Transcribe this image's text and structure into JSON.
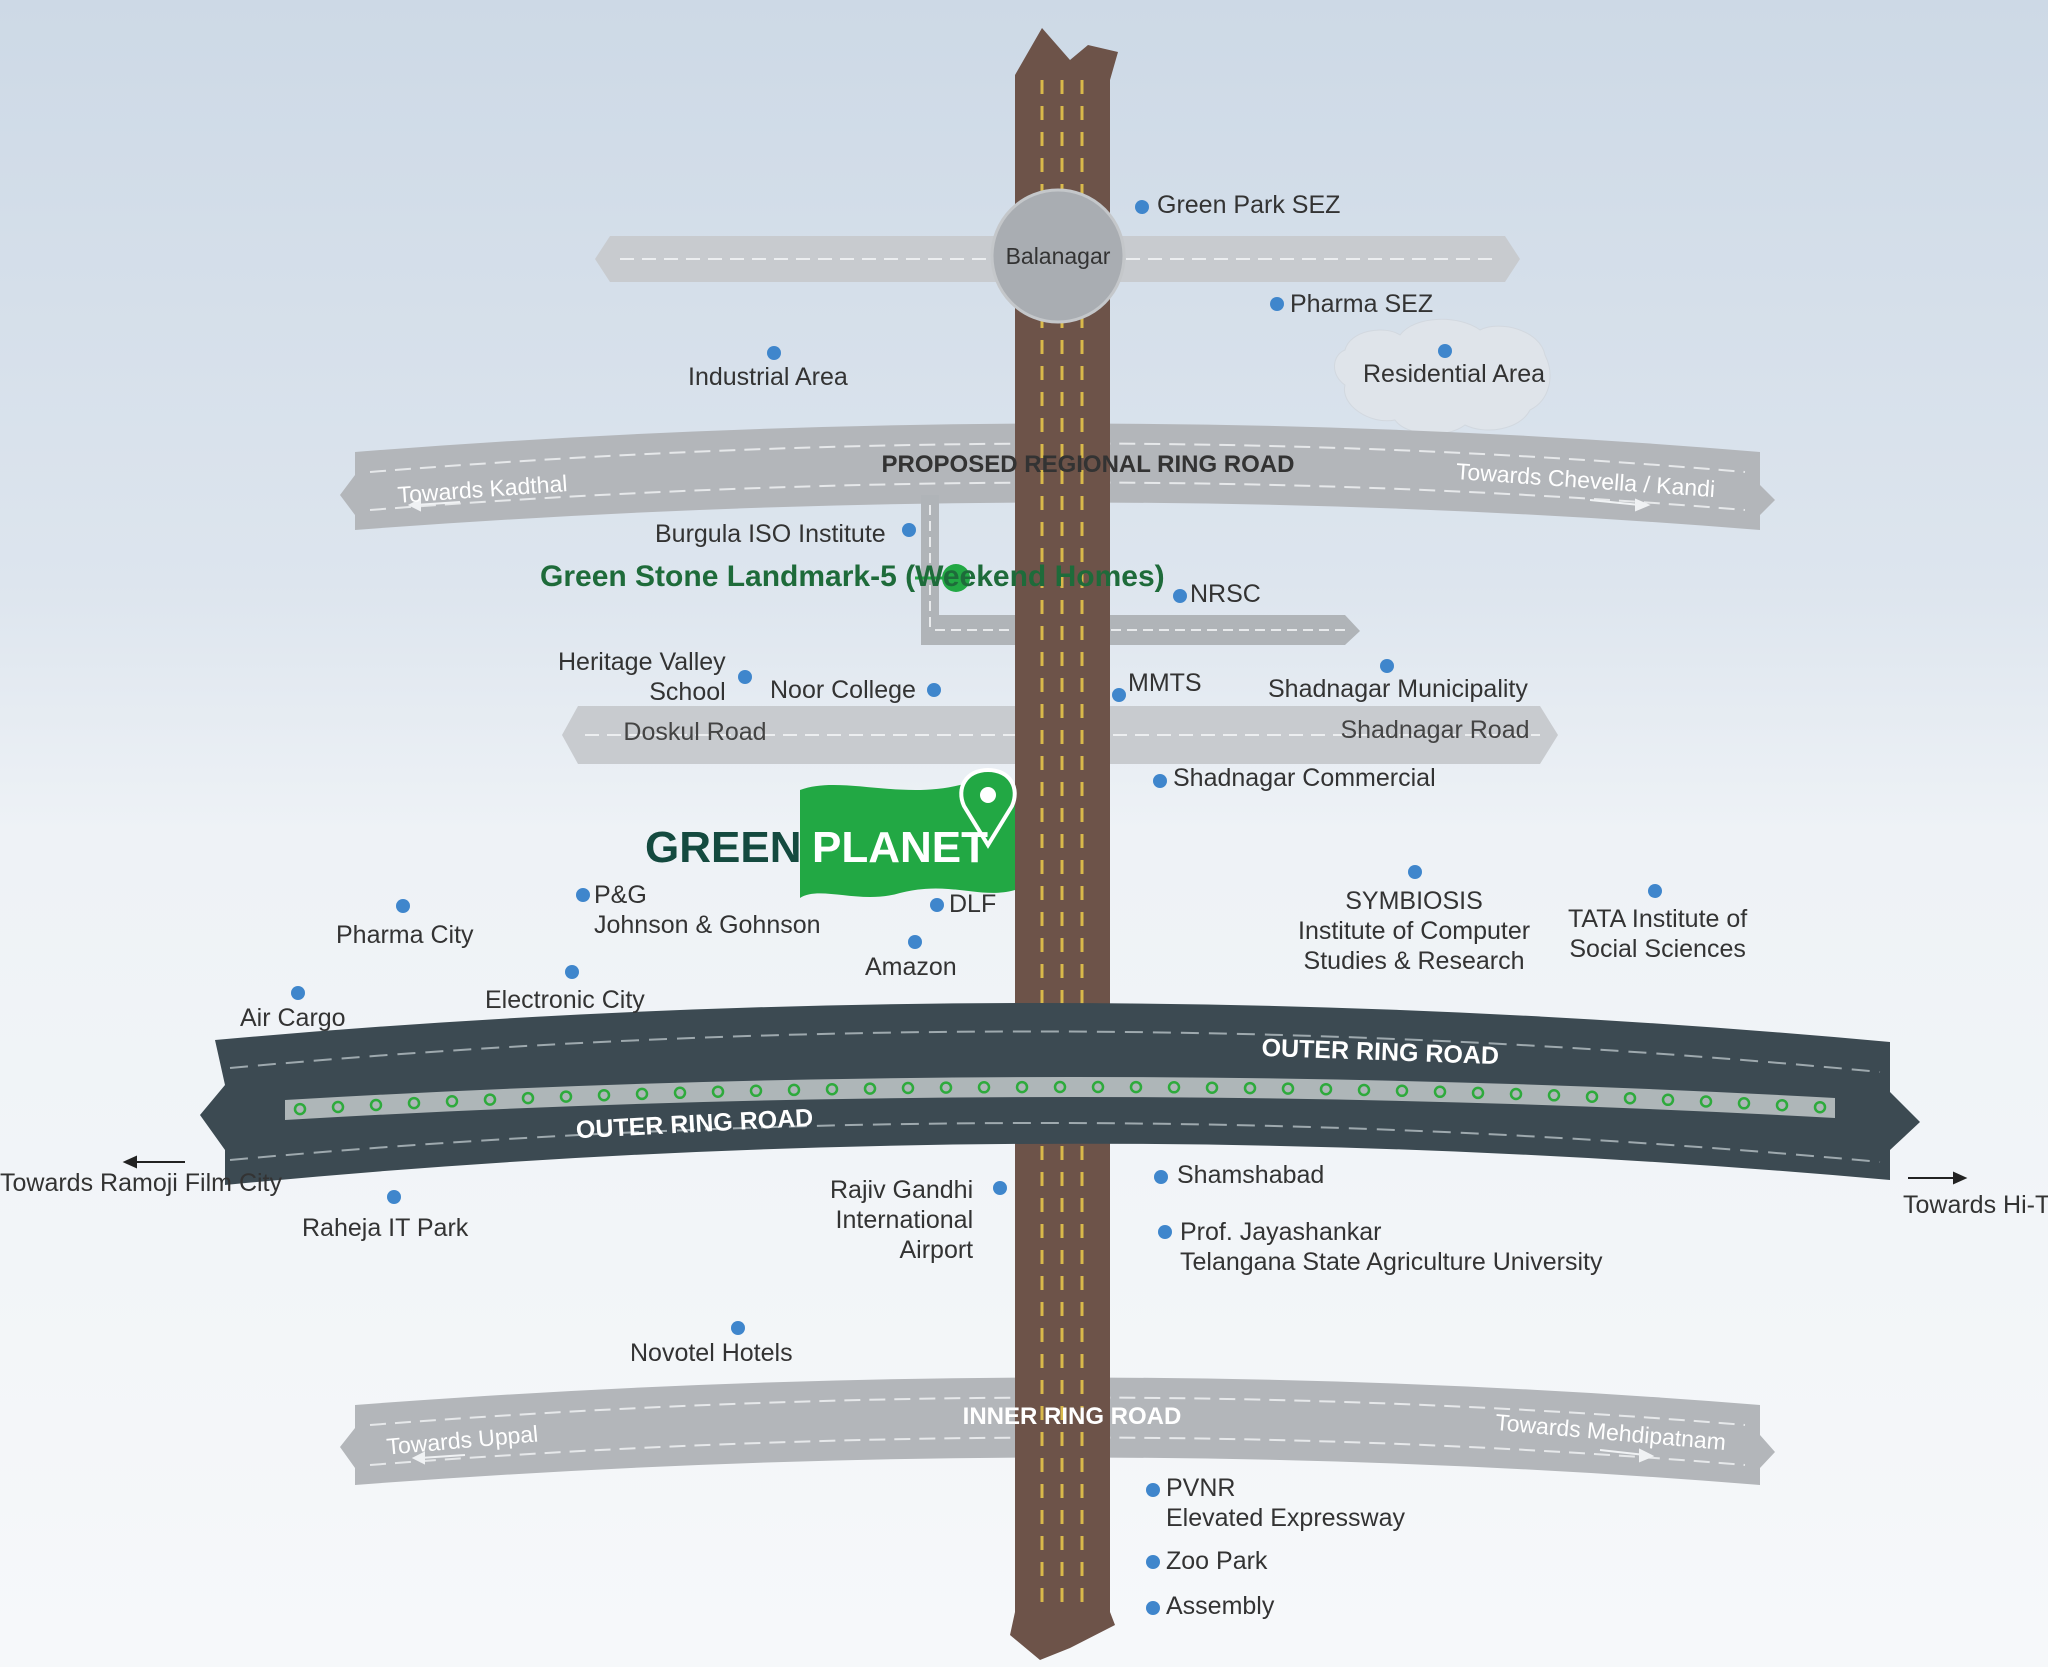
{
  "roads": {
    "rrr": {
      "name": "PROPOSED REGIONAL RING ROAD",
      "left": "Towards Kadthal",
      "right": "Towards Chevella / Kandi"
    },
    "orr": {
      "name_top": "OUTER RING ROAD",
      "name_bottom": "OUTER RING ROAD"
    },
    "irr": {
      "name": "INNER RING ROAD",
      "left": "Towards Uppal",
      "right": "Towards Mehdipatnam"
    },
    "doskul": "Doskul Road",
    "shadnagar": "Shadnagar Road",
    "balanagar": "Balanagar"
  },
  "directions": {
    "west": [
      "Towards",
      "Ramoji Film City"
    ],
    "east": [
      "Towards",
      "Hi-Tech City"
    ]
  },
  "highlight": {
    "line1": "Green Stone Landmark-5",
    "line2": "(Weekend Homes)"
  },
  "brand": {
    "word1": "GREEN",
    "word2": "PLANET"
  },
  "landmarks": {
    "green_park_sez": "Green Park SEZ",
    "pharma_sez": "Pharma SEZ",
    "residential_area": "Residential Area",
    "industrial_area": "Industrial Area",
    "burgula": "Burgula ISO Institute",
    "nrsc": "NRSC",
    "heritage": [
      "Heritage Valley",
      "School"
    ],
    "noor": "Noor College",
    "mmts": "MMTS",
    "shadnagar_municipality": "Shadnagar Municipality",
    "shadnagar_commercial": "Shadnagar Commercial",
    "pg": [
      "P&G",
      "Johnson & Gohnson"
    ],
    "dlf": "DLF",
    "amazon": "Amazon",
    "pharma_city": "Pharma City",
    "air_cargo": "Air Cargo",
    "electronic_city": "Electronic City",
    "symbiosis": [
      "SYMBIOSIS",
      "Institute of Computer",
      "Studies & Research"
    ],
    "tata": [
      "TATA Institute of",
      "Social Sciences"
    ],
    "raheja": "Raheja IT Park",
    "rgia": [
      "Rajiv Gandhi",
      "International",
      "Airport"
    ],
    "shamshabad": "Shamshabad",
    "pjtsau": [
      "Prof. Jayashankar",
      "Telangana State Agriculture University"
    ],
    "novotel": "Novotel Hotels",
    "pvnr": [
      "PVNR",
      "Elevated Expressway"
    ],
    "zoo": "Zoo Park",
    "assembly": "Assembly"
  },
  "colors": {
    "main_road": "#6d5349",
    "ring_road_light": "#b3b6ba",
    "orr": "#3c4a52",
    "dot": "#3f86cc",
    "accent_green": "#22a844",
    "brand_dark": "#144a3f"
  }
}
